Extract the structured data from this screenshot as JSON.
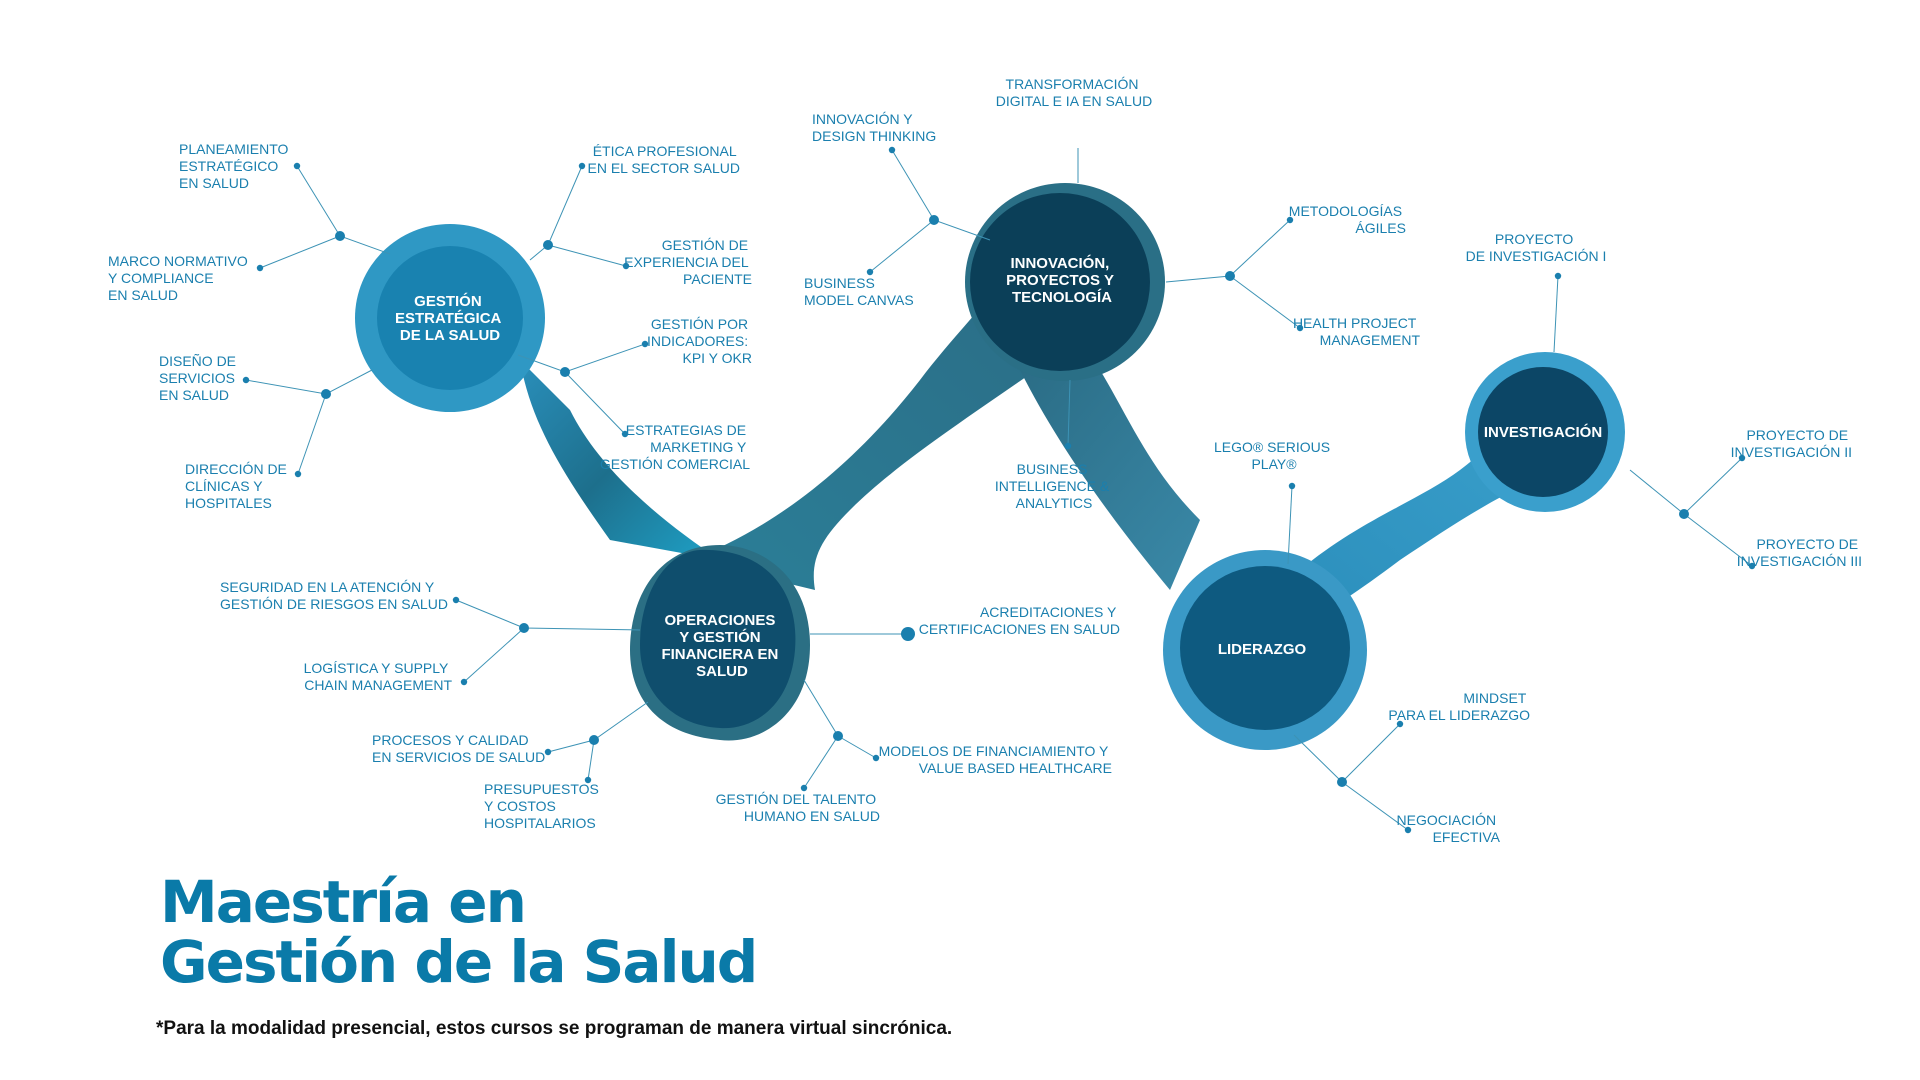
{
  "title": {
    "line1": "Maestría en",
    "line2": "Gestión de la Salud"
  },
  "footnote": "*Para la modalidad presencial, estos cursos se programan de manera virtual sincrónica.",
  "colors": {
    "light": "#2f9bc6",
    "mid": "#1c7fab",
    "teal": "#2a6f84",
    "dark": "#0b3f5a",
    "text": "#1a7fae"
  },
  "hubs": [
    {
      "id": "gestion",
      "lines": [
        "GESTIÓN",
        "ESTRATÉGICA",
        "DE LA SALUD"
      ]
    },
    {
      "id": "operaciones",
      "lines": [
        "OPERACIONES",
        "Y GESTIÓN",
        "FINANCIERA EN",
        "SALUD"
      ]
    },
    {
      "id": "innovacion",
      "lines": [
        "INNOVACIÓN,",
        "PROYECTOS Y",
        "TECNOLOGÍA"
      ]
    },
    {
      "id": "liderazgo",
      "lines": [
        "LIDERAZGO"
      ]
    },
    {
      "id": "investigacion",
      "lines": [
        "INVESTIGACIÓN"
      ]
    }
  ],
  "leaves": {
    "planeamiento": [
      "PLANEAMIENTO",
      "ESTRATÉGICO",
      "EN SALUD"
    ],
    "marco": [
      "MARCO NORMATIVO",
      "Y COMPLIANCE",
      "EN SALUD"
    ],
    "diseno": [
      "DISEÑO DE",
      "SERVICIOS",
      "EN SALUD"
    ],
    "direccion": [
      "DIRECCIÓN DE",
      "CLÍNICAS Y",
      "HOSPITALES"
    ],
    "etica": [
      "ÉTICA PROFESIONAL",
      "EN EL SECTOR SALUD"
    ],
    "experiencia": [
      "GESTIÓN DE",
      "EXPERIENCIA DEL",
      "PACIENTE"
    ],
    "indicadores": [
      "GESTIÓN POR",
      "INDICADORES:",
      "KPI Y OKR"
    ],
    "marketing": [
      "ESTRATEGIAS DE",
      "MARKETING Y",
      "GESTIÓN COMERCIAL"
    ],
    "seguridad": [
      "SEGURIDAD EN LA ATENCIÓN Y",
      "GESTIÓN DE RIESGOS EN SALUD"
    ],
    "logistica": [
      "LOGÍSTICA Y SUPPLY",
      "CHAIN MANAGEMENT"
    ],
    "procesos": [
      "PROCESOS Y CALIDAD",
      "EN SERVICIOS DE SALUD"
    ],
    "presupuestos": [
      "PRESUPUESTOS",
      "Y COSTOS",
      "HOSPITALARIOS"
    ],
    "talento": [
      "GESTIÓN DEL TALENTO",
      "HUMANO EN SALUD"
    ],
    "modelos": [
      "MODELOS DE FINANCIAMIENTO Y",
      "VALUE BASED HEALTHCARE"
    ],
    "acreditaciones": [
      "ACREDITACIONES Y",
      "CERTIFICACIONES EN SALUD"
    ],
    "design": [
      "INNOVACIÓN Y",
      "DESIGN THINKING"
    ],
    "canvas": [
      "BUSINESS",
      "MODEL CANVAS"
    ],
    "transformacion": [
      "TRANSFORMACIÓN",
      "DIGITAL E IA EN SALUD"
    ],
    "agiles": [
      "METODOLOGÍAS",
      "ÁGILES"
    ],
    "hpm": [
      "HEALTH PROJECT",
      "MANAGEMENT"
    ],
    "bi": [
      "BUSINESS",
      "INTELLIGENCE &",
      "ANALYTICS"
    ],
    "lego": [
      "LEGO® SERIOUS",
      "PLAY®"
    ],
    "mindset": [
      "MINDSET",
      "PARA EL LIDERAZGO"
    ],
    "negociacion": [
      "NEGOCIACIÓN",
      "EFECTIVA"
    ],
    "inv1": [
      "PROYECTO",
      "DE INVESTIGACIÓN I"
    ],
    "inv2": [
      "PROYECTO DE",
      "INVESTIGACIÓN II"
    ],
    "inv3": [
      "PROYECTO DE",
      "INVESTIGACIÓN III"
    ]
  }
}
